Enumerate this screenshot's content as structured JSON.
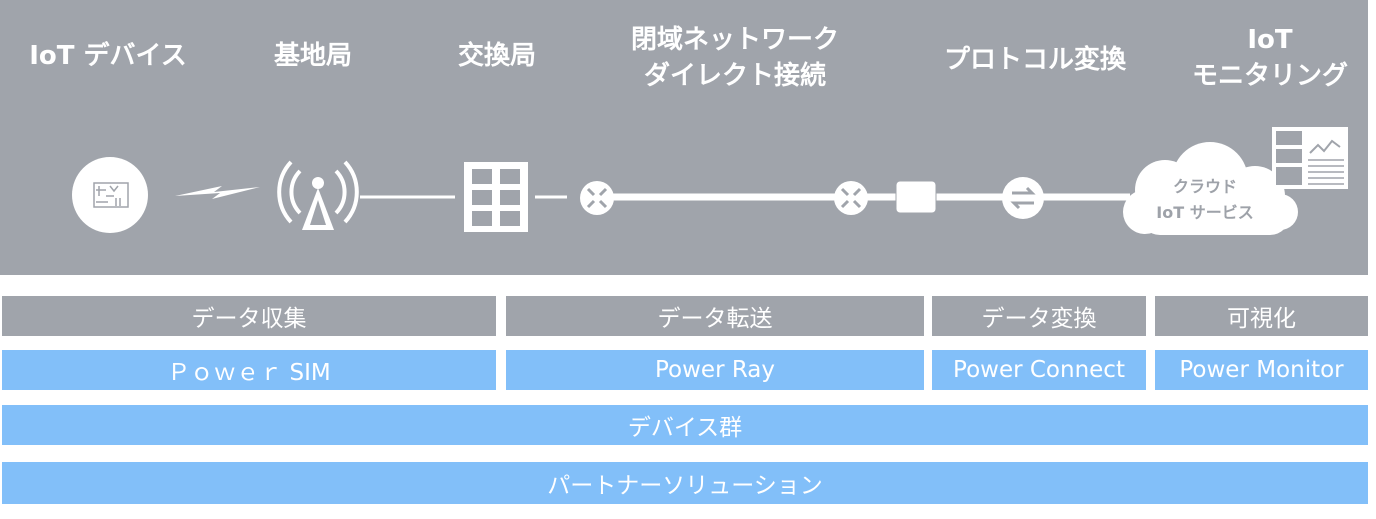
{
  "header": {
    "titles": [
      {
        "lines": [
          "IoT デバイス"
        ]
      },
      {
        "lines": [
          "基地局"
        ]
      },
      {
        "lines": [
          "交換局"
        ]
      },
      {
        "lines": [
          "閉域ネットワーク",
          "ダイレクト接続"
        ]
      },
      {
        "lines": [
          "プロトコル変換"
        ]
      },
      {
        "lines": [
          "IoT",
          "モニタリング"
        ]
      }
    ]
  },
  "diagram": {
    "cloud_label_line1": "クラウド",
    "cloud_label_line2": "IoT サービス",
    "icons": [
      "iot-device-icon",
      "lightning-icon",
      "antenna-tower-icon",
      "switch-grid-icon",
      "router-icon",
      "router-icon",
      "gateway-box-icon",
      "protocol-convert-icon",
      "cloud-icon",
      "dashboard-icon"
    ]
  },
  "functions": [
    "データ収集",
    "データ転送",
    "データ変換",
    "可視化"
  ],
  "products": [
    "Ｐｏｗｅｒ SIM",
    "Power Ray",
    "Power Connect",
    "Power Monitor"
  ],
  "rows": {
    "devices": "デバイス群",
    "partners": "パートナーソリューション"
  },
  "colors": {
    "panel_gray": "#a0a4ab",
    "product_blue": "#82bff9",
    "white": "#ffffff"
  }
}
